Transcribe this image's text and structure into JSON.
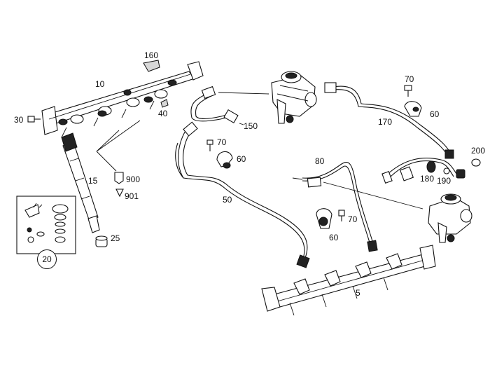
{
  "labels": {
    "p160": "160",
    "p10": "10",
    "p30": "30",
    "p40": "40",
    "p15": "15",
    "p900": "900",
    "p901": "901",
    "p25": "25",
    "p20": "20",
    "p150": "150",
    "p70a": "70",
    "p60a": "60",
    "p50": "50",
    "p70b": "70",
    "p60b": "60",
    "p170": "170",
    "p80": "80",
    "p200": "200",
    "p180": "180",
    "p190": "190",
    "p70c": "70",
    "p60c": "60",
    "p5": "5"
  }
}
